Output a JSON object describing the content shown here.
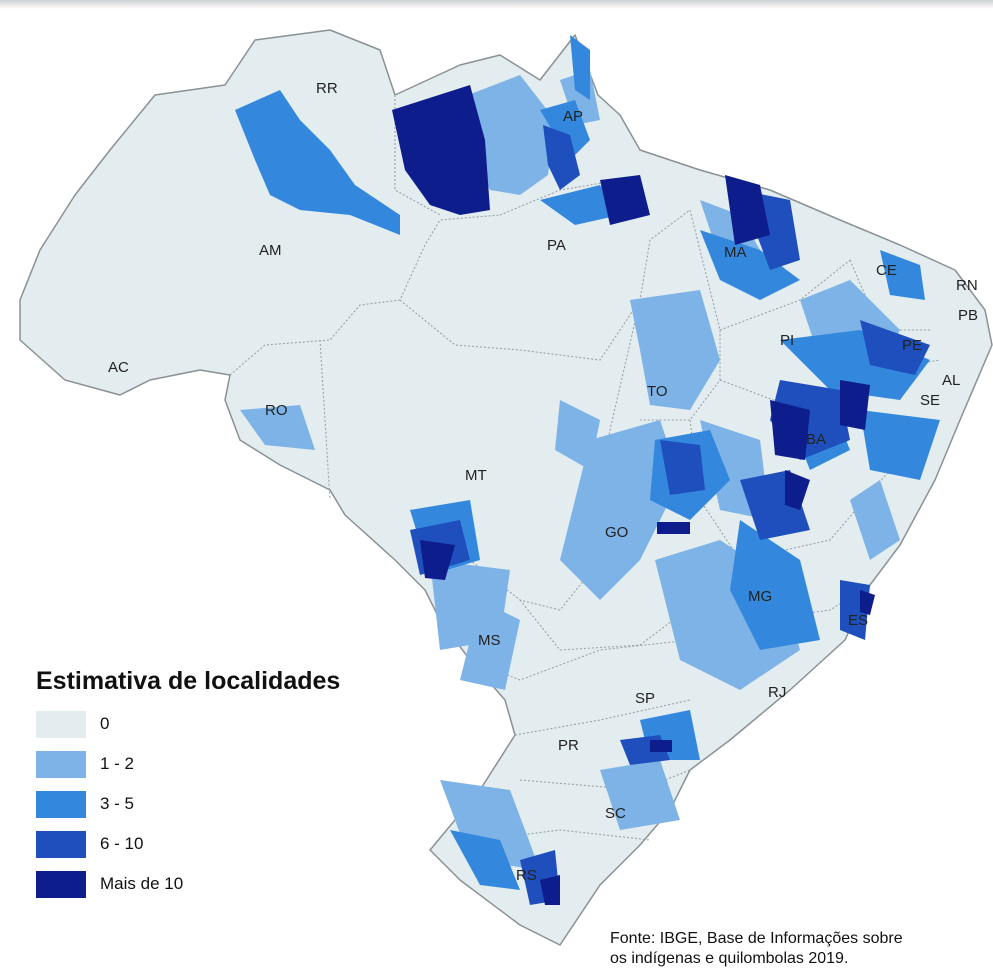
{
  "colors": {
    "class_0": "#e3ecef",
    "class_1_2": "#7db3e6",
    "class_3_5": "#3388dd",
    "class_6_10": "#1e4fbd",
    "class_more_10": "#0d1d8c",
    "border": "#8a9196"
  },
  "legend": {
    "title": "Estimativa de localidades",
    "items": [
      {
        "label": "0",
        "color": "#e3ecef"
      },
      {
        "label": "1 - 2",
        "color": "#7db3e6"
      },
      {
        "label": "3 - 5",
        "color": "#3388dd"
      },
      {
        "label": "6 - 10",
        "color": "#1e4fbd"
      },
      {
        "label": "Mais de 10",
        "color": "#0d1d8c"
      }
    ]
  },
  "states": {
    "RR": "RR",
    "AP": "AP",
    "AM": "AM",
    "PA": "PA",
    "MA": "MA",
    "CE": "CE",
    "RN": "RN",
    "PB": "PB",
    "PI": "PI",
    "PE": "PE",
    "AL": "AL",
    "SE": "SE",
    "AC": "AC",
    "RO": "RO",
    "TO": "TO",
    "BA": "BA",
    "MT": "MT",
    "GO": "GO",
    "MG": "MG",
    "ES": "ES",
    "MS": "MS",
    "SP": "SP",
    "RJ": "RJ",
    "PR": "PR",
    "SC": "SC",
    "RS": "RS"
  },
  "source": {
    "line1": "Fonte: IBGE, Base de Informações sobre",
    "line2": "os indígenas e quilombolas 2019."
  }
}
